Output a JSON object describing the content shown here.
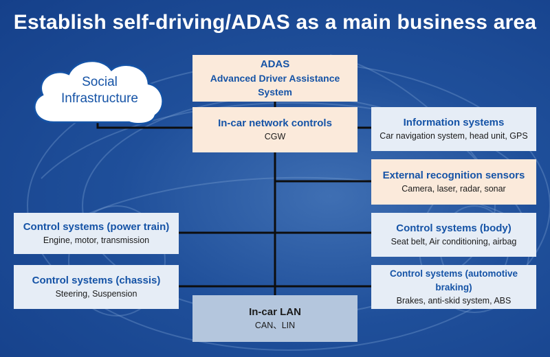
{
  "title": "Establish self-driving/ADAS as a main business area",
  "cloud": {
    "line1": "Social",
    "line2": "Infrastructure"
  },
  "boxes": {
    "adas": {
      "heading": "ADAS",
      "sub": "Advanced Driver Assistance System"
    },
    "network": {
      "heading": "In-car network controls",
      "sub": "CGW"
    },
    "info": {
      "heading": "Information systems",
      "sub": "Car navigation system, head unit, GPS"
    },
    "sensors": {
      "heading": "External recognition sensors",
      "sub": "Camera, laser, radar, sonar"
    },
    "powertrain": {
      "heading": "Control systems (power train)",
      "sub": "Engine, motor, transmission"
    },
    "body": {
      "heading": "Control systems (body)",
      "sub": "Seat belt, Air conditioning, airbag"
    },
    "chassis": {
      "heading": "Control systems (chassis)",
      "sub": "Steering, Suspension"
    },
    "braking": {
      "heading": "Control systems (automotive braking)",
      "sub": "Brakes, anti-skid system, ABS"
    },
    "lan": {
      "heading": "In-car LAN",
      "sub": "CAN、LIN"
    }
  },
  "colors": {
    "background": "#1f4f9a",
    "heading_blue": "#1553a6",
    "peach_box": "#fbeadb",
    "light_box": "#e6edf6",
    "lan_box": "#b4c6dd"
  }
}
